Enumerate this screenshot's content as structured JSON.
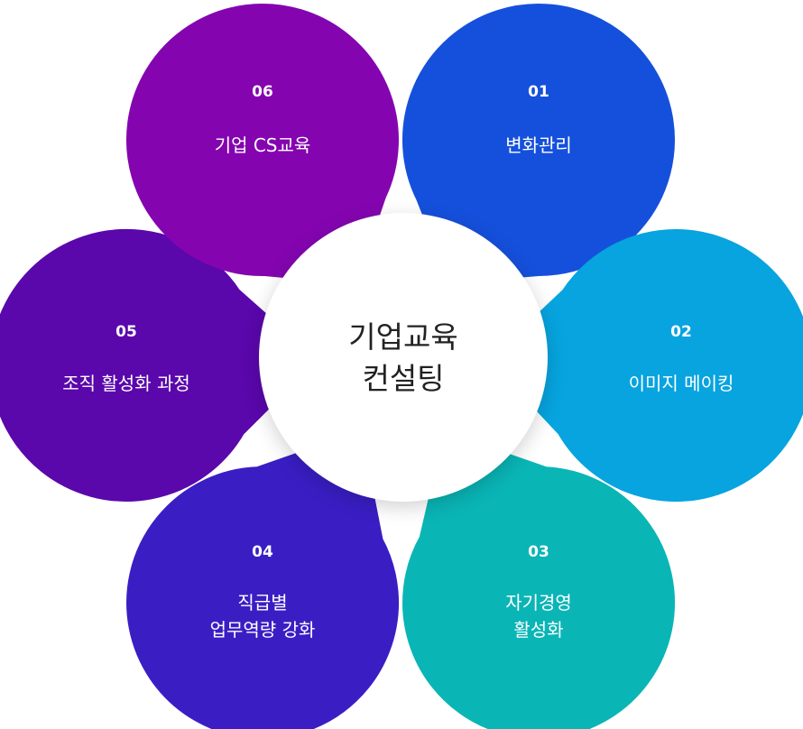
{
  "center": {
    "title": "기업교육\n컨설팅"
  },
  "petals": [
    {
      "number": "01",
      "label": "변화관리",
      "color": "#1550dc"
    },
    {
      "number": "02",
      "label": "이미지 메이킹",
      "color": "#07a4df"
    },
    {
      "number": "03",
      "label": "자기경영\n활성화",
      "color": "#0ab5b6"
    },
    {
      "number": "04",
      "label": "직급별\n업무역량 강화",
      "color": "#3a1ec4"
    },
    {
      "number": "05",
      "label": "조직 활성화 과정",
      "color": "#5a07ac"
    },
    {
      "number": "06",
      "label": "기업 CS교육",
      "color": "#8405b0"
    }
  ]
}
